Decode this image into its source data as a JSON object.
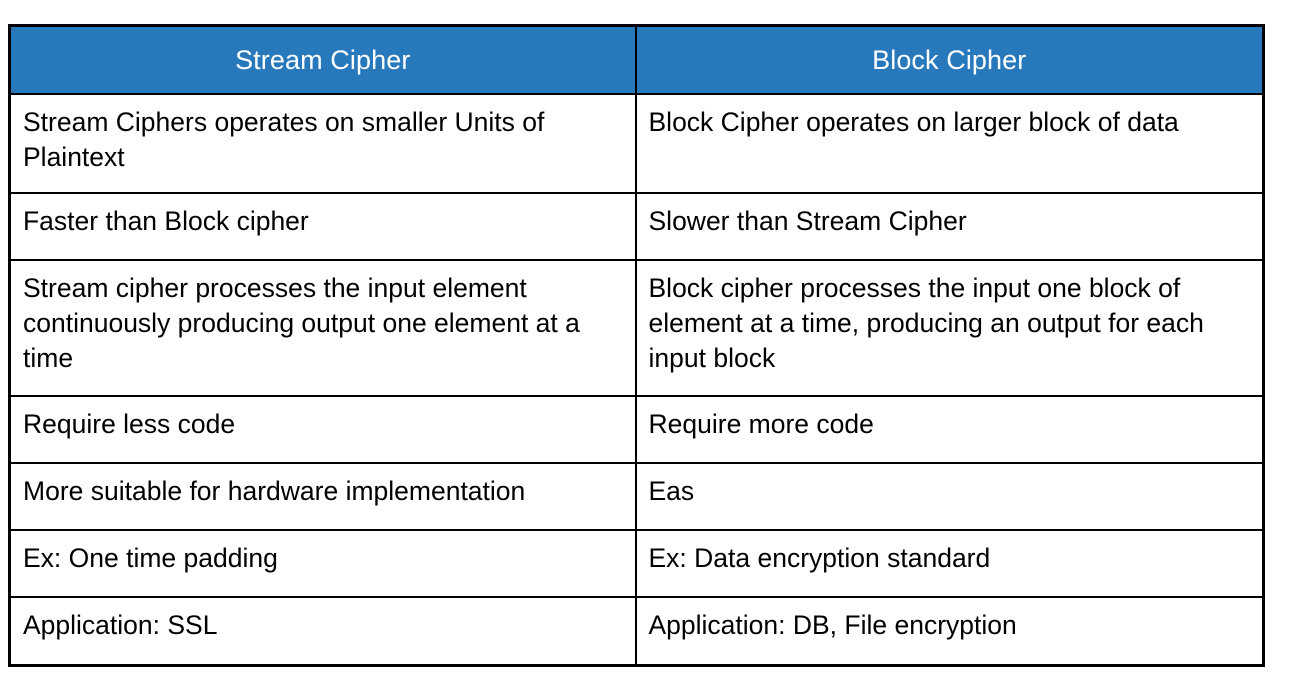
{
  "table": {
    "accent_color": "#2878BC",
    "header_text_color": "#FFFFFF",
    "border_color": "#000000",
    "background_color": "#FFFFFF",
    "columns": [
      {
        "label": "Stream Cipher"
      },
      {
        "label": "Block Cipher"
      }
    ],
    "rows": [
      {
        "stream": "Stream Ciphers operates on smaller Units of Plaintext",
        "block": "Block Cipher operates on larger block of data"
      },
      {
        "stream": "Faster than Block cipher",
        "block": "Slower than Stream Cipher"
      },
      {
        "stream": "Stream cipher processes the input element continuously producing output one element at a time",
        "block": "Block cipher processes the input one block of element at a time, producing an output for each input block"
      },
      {
        "stream": "Require less code",
        "block": "Require more code"
      },
      {
        "stream": "More suitable for hardware implementation",
        "block": "Eas"
      },
      {
        "stream": "Ex: One time padding",
        "block": "Ex: Data encryption standard"
      },
      {
        "stream": "Application: SSL",
        "block": "Application: DB, File encryption"
      }
    ]
  }
}
